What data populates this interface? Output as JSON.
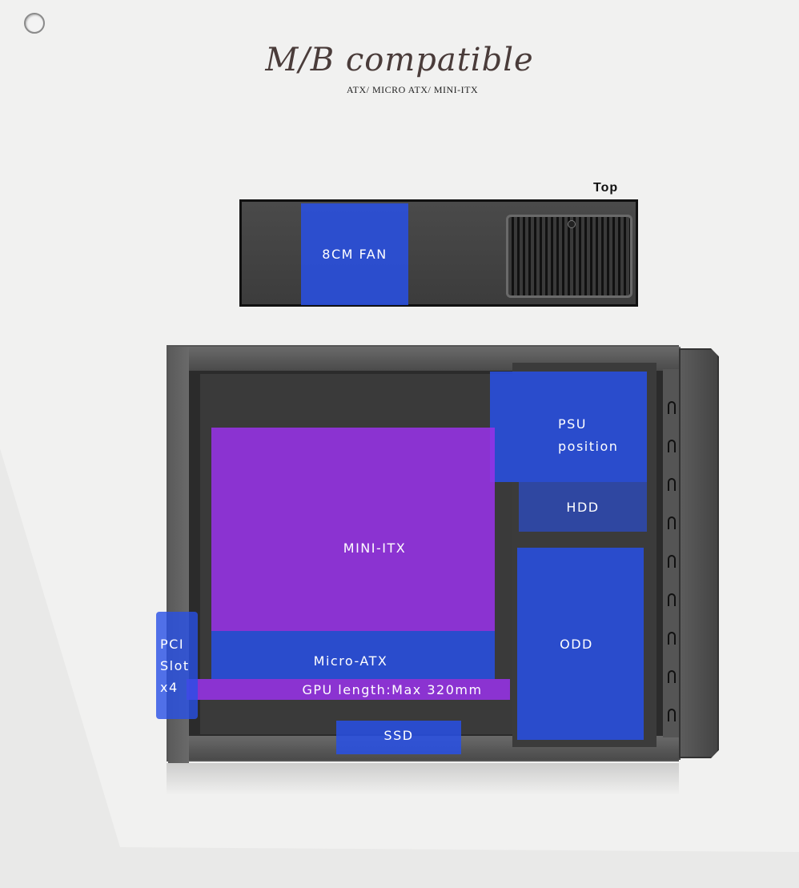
{
  "header": {
    "title": "M/B compatible",
    "subtitle": "ATX/ MICRO ATX/ MINI-ITX"
  },
  "top_view": {
    "label": "Top",
    "fan_label": "8CM FAN"
  },
  "side_view": {
    "psu_label_line1": "PSU",
    "psu_label_line2": "position",
    "hdd_label": "HDD",
    "odd_label": "ODD",
    "mini_itx_label": "MINI-ITX",
    "micro_atx_label": "Micro-ATX",
    "gpu_label": "GPU length:Max 320mm",
    "pci_label_line1": "PCI",
    "pci_label_line2": "Slot",
    "pci_label_line3": "x4",
    "ssd_label": "SSD"
  },
  "colors": {
    "overlay_blue": "#2850E6",
    "overlay_purple": "#9632E6",
    "background": "#F1F1F0",
    "case_metal": "#2B2B2B"
  }
}
